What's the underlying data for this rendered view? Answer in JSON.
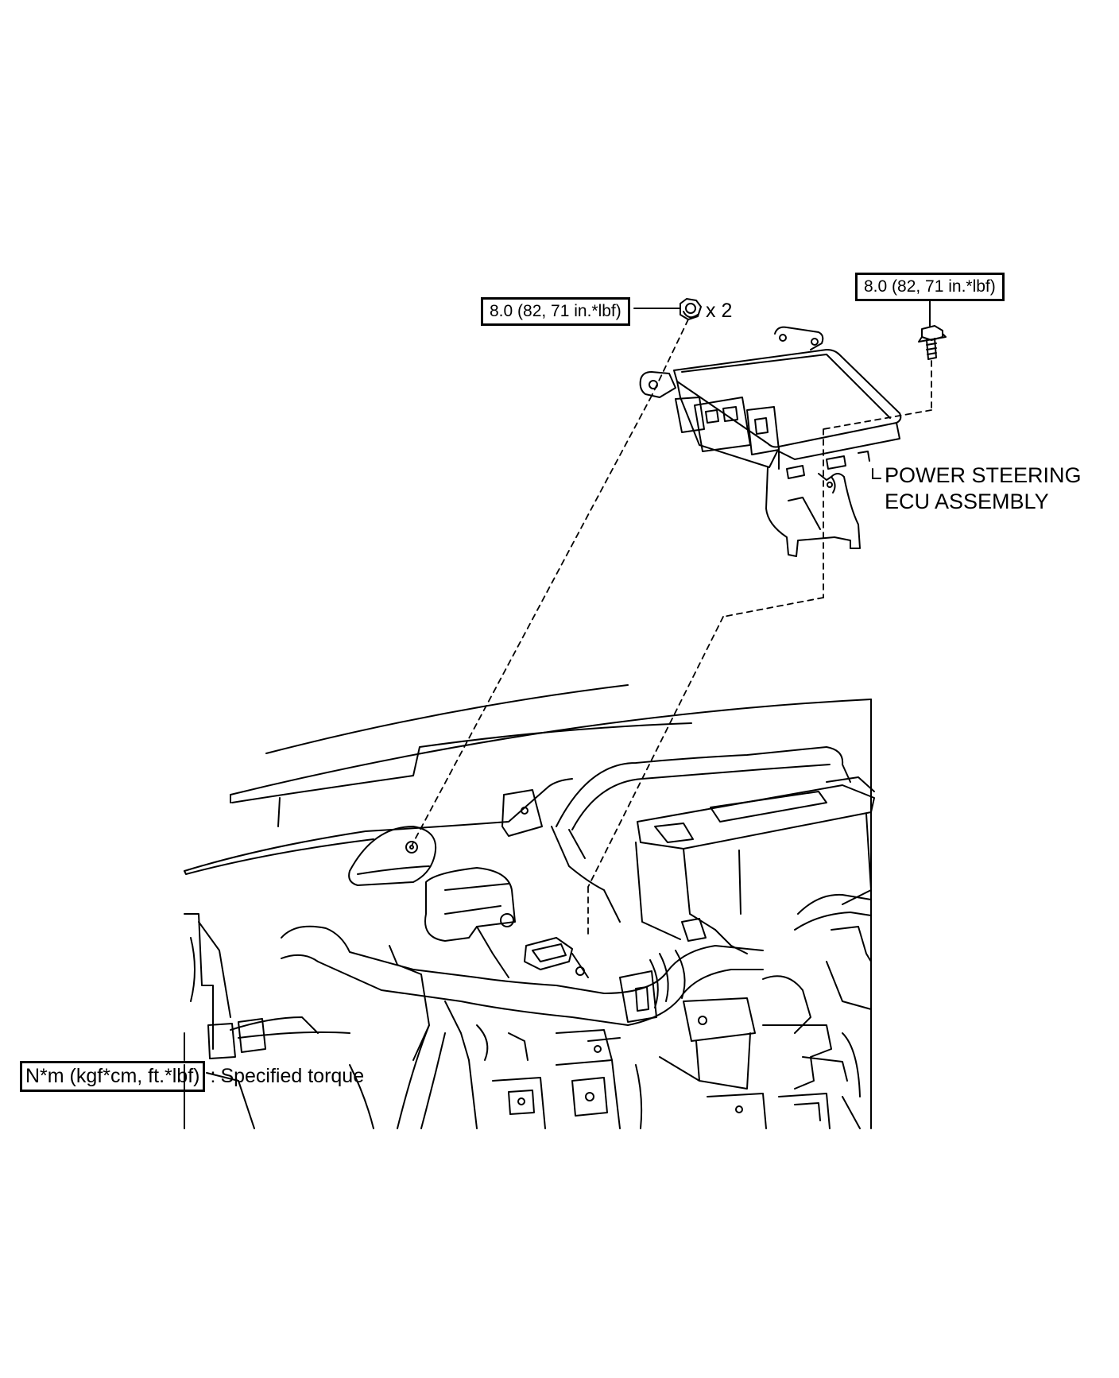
{
  "callouts": {
    "nut_torque": "8.0 (82, 71 in.*lbf)",
    "nut_qty": "x 2",
    "bolt_torque": "8.0 (82, 71 in.*lbf)"
  },
  "part": {
    "line1": "POWER STEERING",
    "line2": "ECU ASSEMBLY"
  },
  "legend": {
    "unit": "N*m (kgf*cm, ft.*lbf)",
    "separator": ":",
    "description": "Specified torque"
  }
}
